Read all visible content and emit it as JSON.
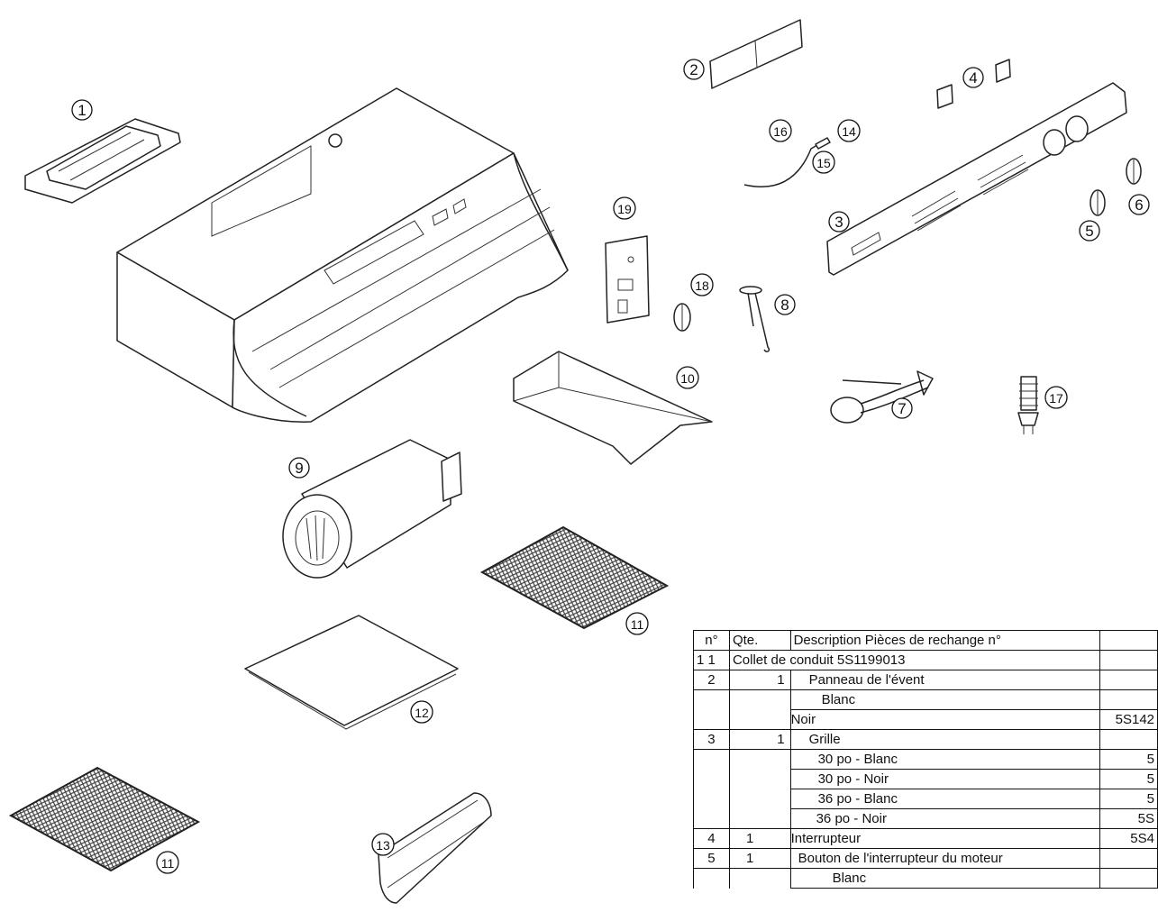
{
  "callouts": {
    "n1": "1",
    "n2": "2",
    "n3": "3",
    "n4": "4",
    "n5": "5",
    "n6": "6",
    "n7": "7",
    "n8": "8",
    "n9": "9",
    "n10": "10",
    "n11a": "11",
    "n11b": "11",
    "n12": "12",
    "n13": "13",
    "n14": "14",
    "n15": "15",
    "n16": "16",
    "n17": "17",
    "n18": "18",
    "n19": "19"
  },
  "table": {
    "header": {
      "n": "n°",
      "qty": "Qte.",
      "desc": "Description  Pièces de rechange n°"
    },
    "r1": {
      "combined": "1   1",
      "desc": "Collet de conduit   5S1199013"
    },
    "r2": {
      "n": "2",
      "qty": "1",
      "desc": "Panneau de l'évent"
    },
    "r2a": {
      "desc": "Blanc"
    },
    "r2b": {
      "desc": "Noir",
      "part": "5S142"
    },
    "r3": {
      "n": "3",
      "qty": "1",
      "desc": "Grille"
    },
    "r3a": {
      "desc": "30 po - Blanc",
      "part": "5"
    },
    "r3b": {
      "desc": "30 po - Noir",
      "part": "5"
    },
    "r3c": {
      "desc": "36 po - Blanc",
      "part": "5"
    },
    "r3d": {
      "desc": "36 po - Noir",
      "part": "5S"
    },
    "r4": {
      "n": "4",
      "qty": "1",
      "desc": "Interrupteur",
      "part": "5S4"
    },
    "r5": {
      "n": "5",
      "qty": "1",
      "desc": "Bouton de l'interrupteur du moteur"
    },
    "r5a": {
      "desc": "Blanc"
    }
  }
}
